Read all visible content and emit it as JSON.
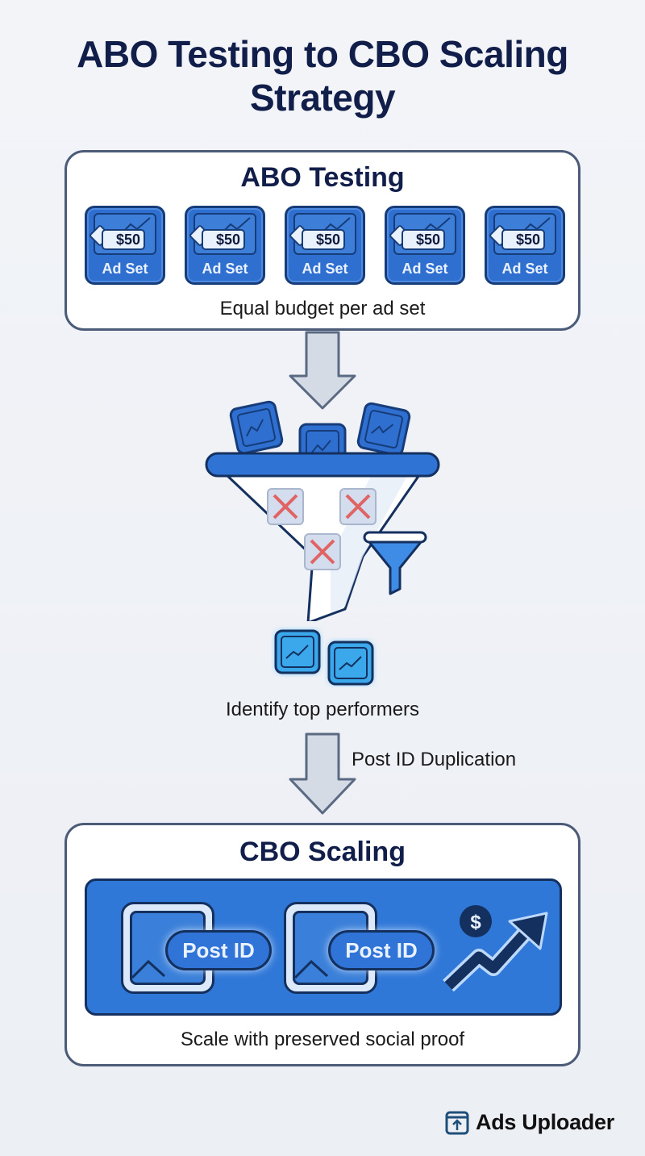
{
  "title": "ABO Testing to CBO Scaling Strategy",
  "abo": {
    "title": "ABO Testing",
    "ad_sets": [
      {
        "price": "$50",
        "label": "Ad Set"
      },
      {
        "price": "$50",
        "label": "Ad Set"
      },
      {
        "price": "$50",
        "label": "Ad Set"
      },
      {
        "price": "$50",
        "label": "Ad Set"
      },
      {
        "price": "$50",
        "label": "Ad Set"
      }
    ],
    "caption": "Equal budget per ad set"
  },
  "funnel": {
    "rejected_count": 3,
    "incoming_count": 3,
    "winners_count": 2,
    "caption": "Identify top performers"
  },
  "transition": {
    "label": "Post ID Duplication"
  },
  "cbo": {
    "title": "CBO Scaling",
    "posts": [
      {
        "label": "Post ID"
      },
      {
        "label": "Post ID"
      }
    ],
    "growth_icon": "dollar-growth-arrow-icon",
    "caption": "Scale with preserved social proof"
  },
  "brand": {
    "name": "Ads Uploader",
    "icon": "upload-box-icon"
  },
  "colors": {
    "primary": "#2f6fd0",
    "navy": "#111e4a",
    "reject": "#e06060",
    "winner": "#3aa8ea"
  }
}
